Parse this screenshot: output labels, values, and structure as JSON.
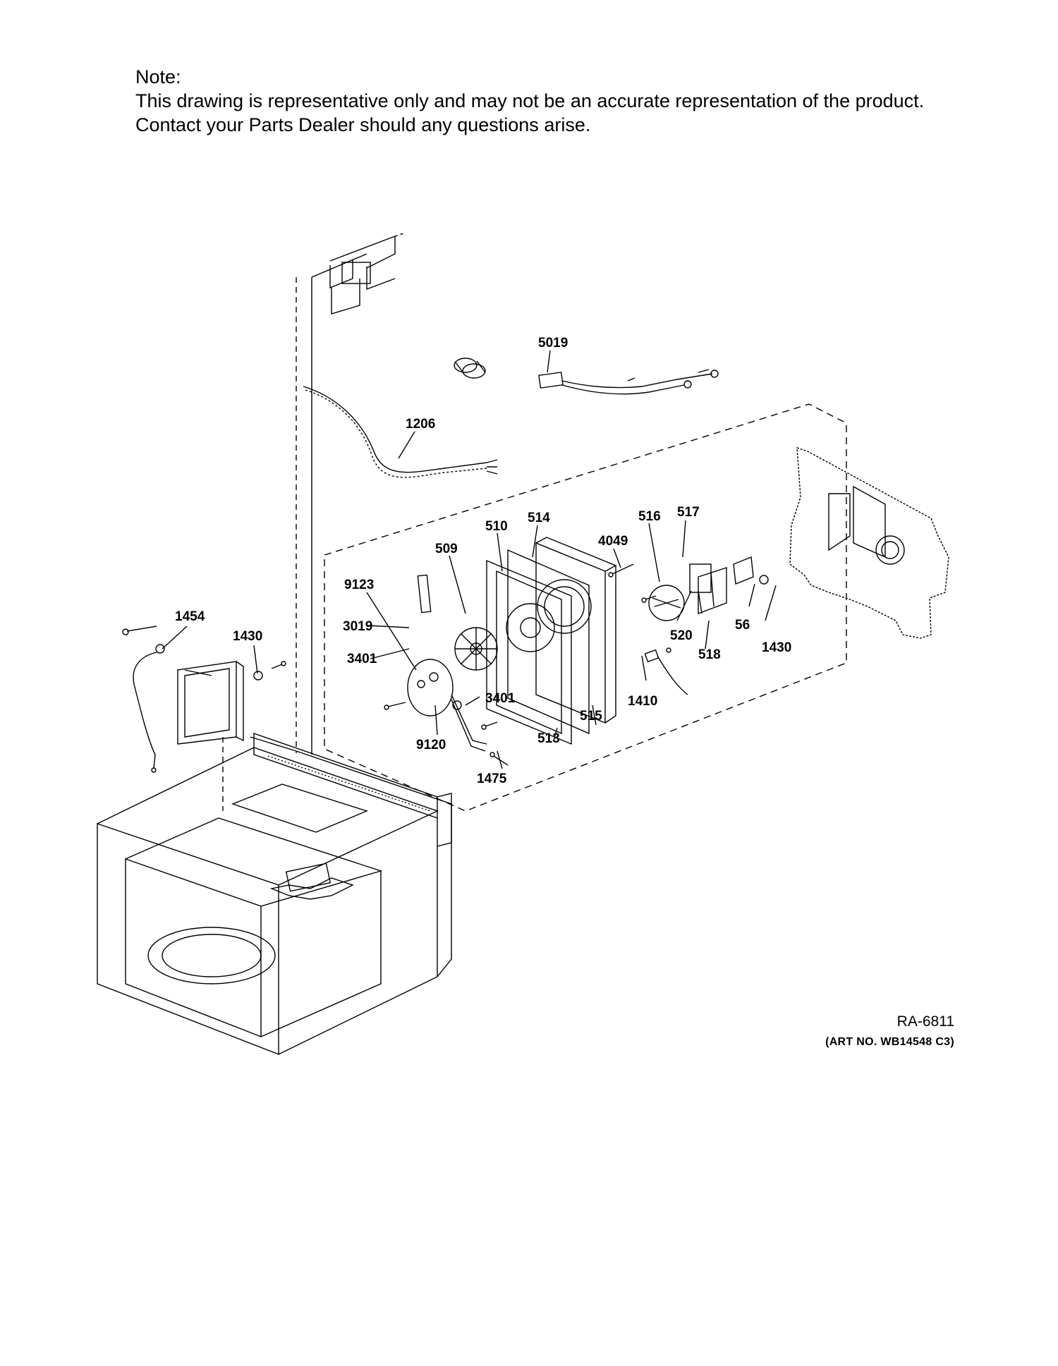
{
  "note": {
    "heading": "Note:",
    "line1": "This drawing is representative only and may not be an accurate representation of the product.",
    "line2": "Contact your Parts Dealer should any questions arise."
  },
  "callouts": {
    "p5019": "5019",
    "p1206": "1206",
    "p514": "514",
    "p510": "510",
    "p509": "509",
    "p4049": "4049",
    "p516": "516",
    "p517": "517",
    "p9123": "9123",
    "p3019": "3019",
    "p3401a": "3401",
    "p3401b": "3401",
    "p9120": "9120",
    "p1475": "1475",
    "p513": "513",
    "p515": "515",
    "p1410": "1410",
    "p520": "520",
    "p518": "518",
    "p56": "56",
    "p1430a": "1430",
    "p1430b": "1430",
    "p1454": "1454"
  },
  "reference": {
    "drawing_id": "RA-6811",
    "art_no": "(ART NO. WB14548 C3)"
  }
}
